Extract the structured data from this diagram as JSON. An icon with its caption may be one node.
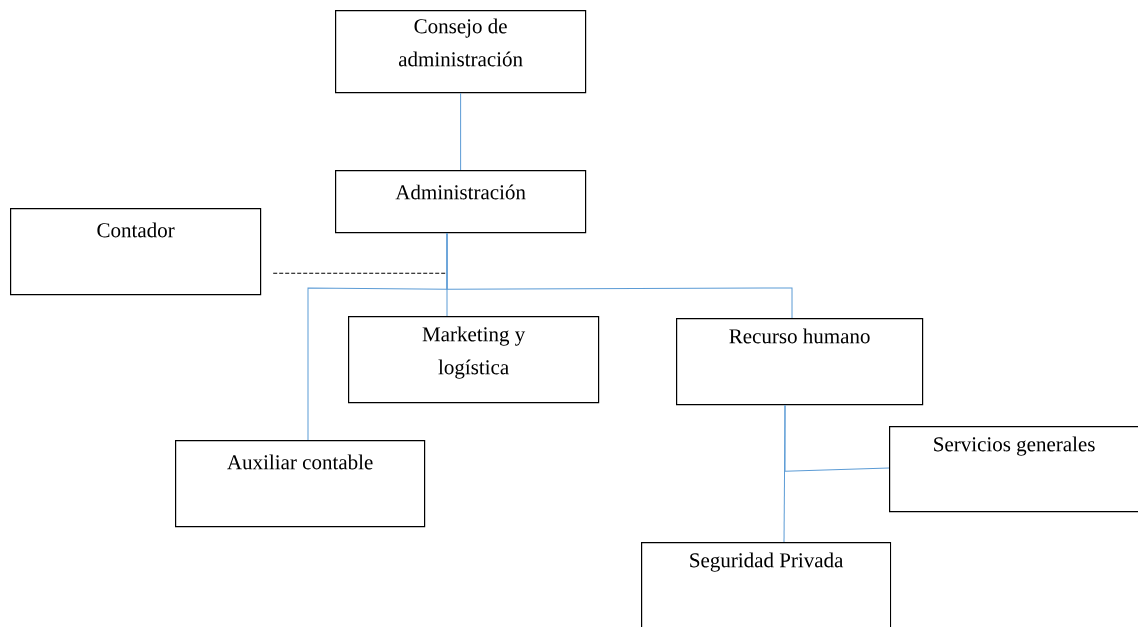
{
  "diagram": {
    "nodes": [
      {
        "text": [
          "Consejo de administración"
        ]
      },
      {
        "text": [
          "Administración"
        ]
      },
      {
        "text": [
          "Contador"
        ]
      },
      {
        "text": [
          "Marketing y logística"
        ]
      },
      {
        "text": [
          "Recurso humano"
        ]
      },
      {
        "text": [
          "Auxiliar contable"
        ]
      },
      {
        "text": [
          "Servicios generales"
        ]
      },
      {
        "text": [
          "Seguridad Privada"
        ]
      }
    ],
    "edges": [
      {
        "from": 0,
        "to": 1,
        "arrow": "none"
      },
      {
        "from": 1,
        "to": 3,
        "arrow": "none"
      },
      {
        "from": 1,
        "to": 5,
        "arrow": "none"
      },
      {
        "from": 1,
        "to": 4,
        "arrow": "none"
      },
      {
        "from": 2,
        "to": 1,
        "arrow": "none",
        "style": "dashed",
        "color": "#000000"
      },
      {
        "from": 4,
        "to": 6,
        "arrow": "none"
      },
      {
        "from": 4,
        "to": 7,
        "arrow": "none"
      }
    ]
  }
}
